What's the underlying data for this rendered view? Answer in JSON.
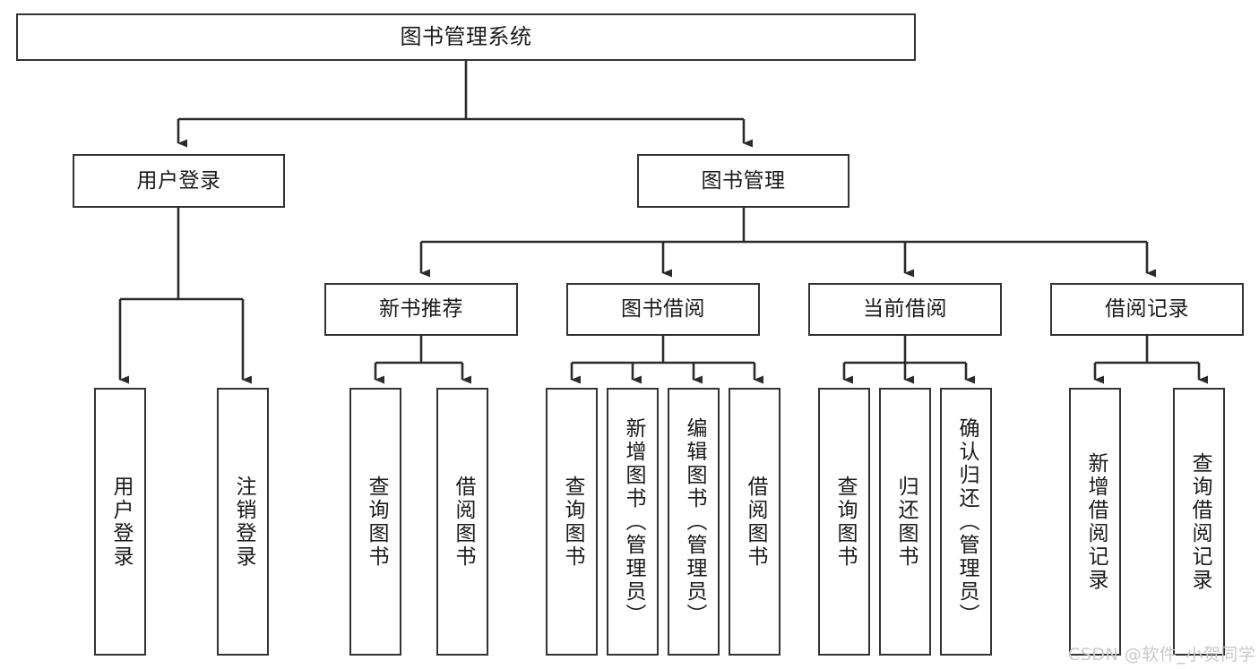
{
  "diagram": {
    "type": "tree-hierarchy",
    "title": "图书管理系统",
    "root": {
      "label": "图书管理系统"
    },
    "level2": [
      {
        "label": "用户登录"
      },
      {
        "label": "图书管理"
      }
    ],
    "level3": [
      {
        "label": "新书推荐"
      },
      {
        "label": "图书借阅"
      },
      {
        "label": "当前借阅"
      },
      {
        "label": "借阅记录"
      }
    ],
    "leaves": {
      "user_login": [
        {
          "label": "用户登录"
        },
        {
          "label": "注销登录"
        }
      ],
      "new_book_recommend": [
        {
          "label": "查询图书"
        },
        {
          "label": "借阅图书"
        }
      ],
      "book_borrow": [
        {
          "label": "查询图书"
        },
        {
          "label": "新增图书（管理员）"
        },
        {
          "label": "编辑图书（管理员）"
        },
        {
          "label": "借阅图书"
        }
      ],
      "current_borrow": [
        {
          "label": "查询图书"
        },
        {
          "label": "归还图书"
        },
        {
          "label": "确认归还（管理员）"
        }
      ],
      "borrow_record": [
        {
          "label": "新增借阅记录"
        },
        {
          "label": "查询借阅记录"
        }
      ]
    }
  },
  "watermark": {
    "text": "CSDN @软件_小贺同学"
  },
  "colors": {
    "stroke": "#333333",
    "background": "#ffffff",
    "text": "#1a1a1a",
    "watermark": "#c9c9c9"
  }
}
